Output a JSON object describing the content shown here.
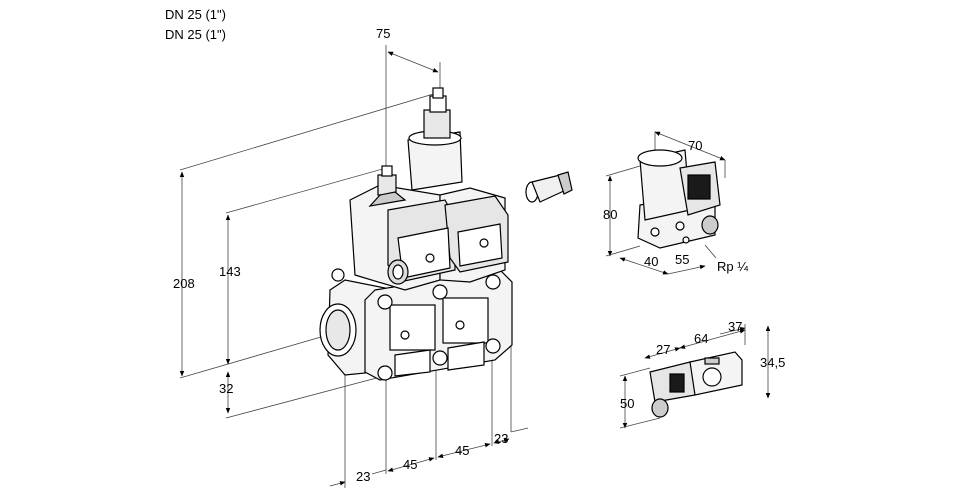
{
  "header": {
    "line1": "DN 25 (1\")",
    "line2": "DN 25 (1\")"
  },
  "main_view": {
    "dims": {
      "top_width": "75",
      "total_height": "208",
      "mid_height": "143",
      "low_height": "32",
      "w23_left": "23",
      "w45_a": "45",
      "w45_b": "45",
      "w23_right": "23"
    }
  },
  "actuator_view": {
    "dims": {
      "width": "70",
      "height": "80",
      "depth_a": "40",
      "depth_b": "55",
      "thread": "Rp ¼"
    }
  },
  "switch_view": {
    "dims": {
      "a": "27",
      "b": "64",
      "c": "37",
      "d": "34,5",
      "e": "50"
    }
  },
  "colors": {
    "line": "#000000",
    "dim": "#444444",
    "body_fill": "#f2f2f2",
    "dark": "#1a1a1a"
  }
}
